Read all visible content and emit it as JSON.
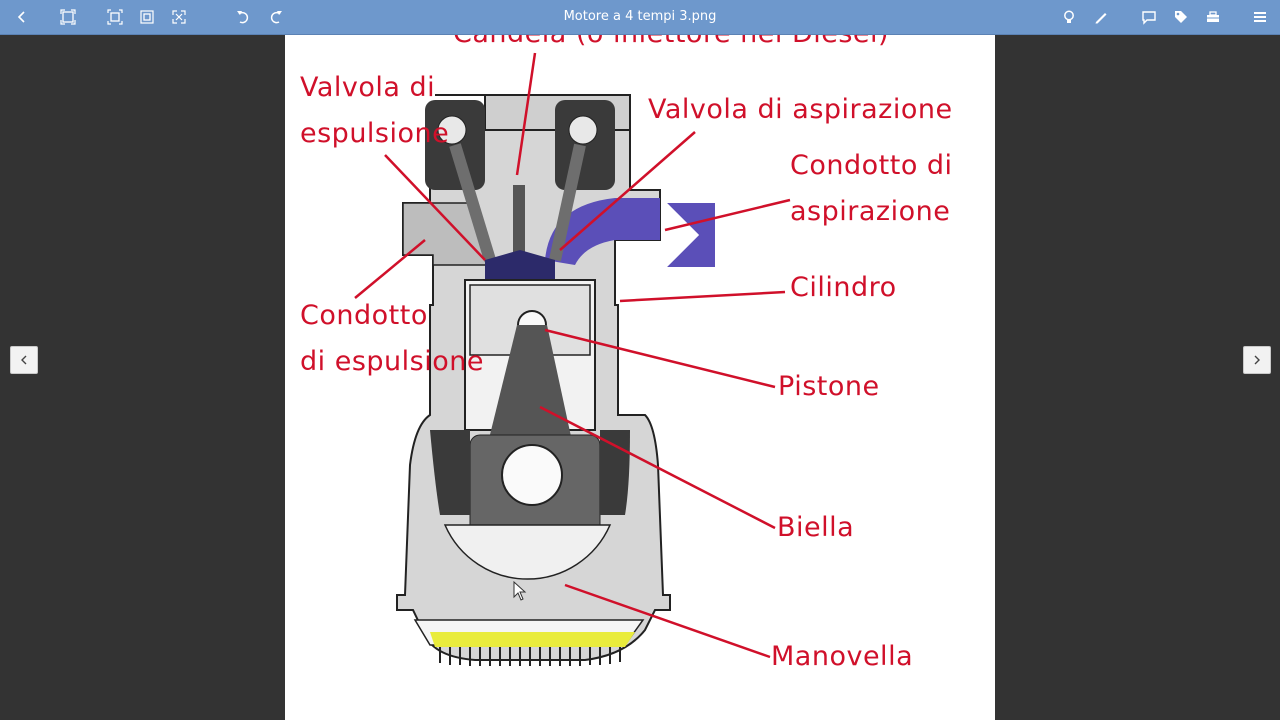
{
  "window": {
    "title": "Motore a 4 tempi 3.png"
  },
  "toolbar": {
    "left_icons": [
      "back-icon",
      "fit-window-icon",
      "fit-width-icon",
      "fit-page-icon",
      "fullscreen-icon",
      "rotate-left-icon",
      "rotate-right-icon"
    ],
    "right_icons": [
      "lightbulb-icon",
      "pen-icon",
      "comment-icon",
      "tag-icon",
      "toolbox-icon",
      "menu-icon"
    ]
  },
  "colors": {
    "toolbar": "#6e98cc",
    "background": "#333333",
    "label": "#d0102a",
    "intake": "#5b4fb8",
    "oil": "#e9ec3c"
  },
  "diagram": {
    "labels": {
      "candela": "Candela (o iniettore nei Diesel)",
      "valvola_espulsione": "Valvola di\nespulsione",
      "valvola_aspirazione": "Valvola di aspirazione",
      "condotto_aspirazione": "Condotto di\naspirazione",
      "cilindro": "Cilindro",
      "condotto_espulsione": "Condotto\ndi espulsione",
      "pistone": "Pistone",
      "biella": "Biella",
      "manovella": "Manovella"
    }
  }
}
